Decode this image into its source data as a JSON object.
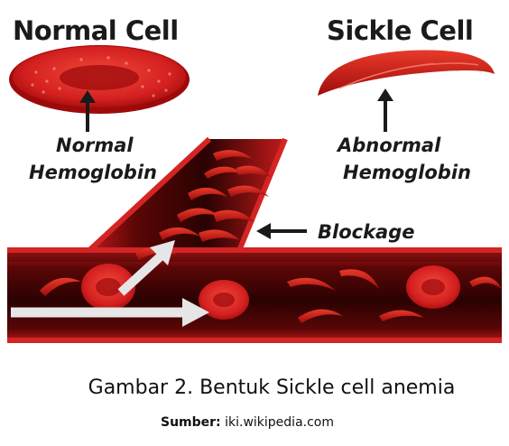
{
  "headings": {
    "normal": "Normal Cell",
    "sickle": "Sickle Cell"
  },
  "labels": {
    "normal_line1": "Normal",
    "normal_line2": "Hemoglobin",
    "abnormal_line1": "Abnormal",
    "abnormal_line2": "Hemoglobin",
    "blockage": "Blockage"
  },
  "caption": "Gambar 2. Bentuk Sickle cell anemia",
  "source": {
    "label": "Sumber:",
    "value": "iki.wikipedia.com"
  },
  "colors": {
    "cell_red": "#d42020",
    "cell_dark": "#9e0a0a",
    "vessel_outer": "#b01010",
    "vessel_inner": "#3a0404",
    "arrow_white": "#e6e6e6",
    "text": "#1a1a1a"
  }
}
